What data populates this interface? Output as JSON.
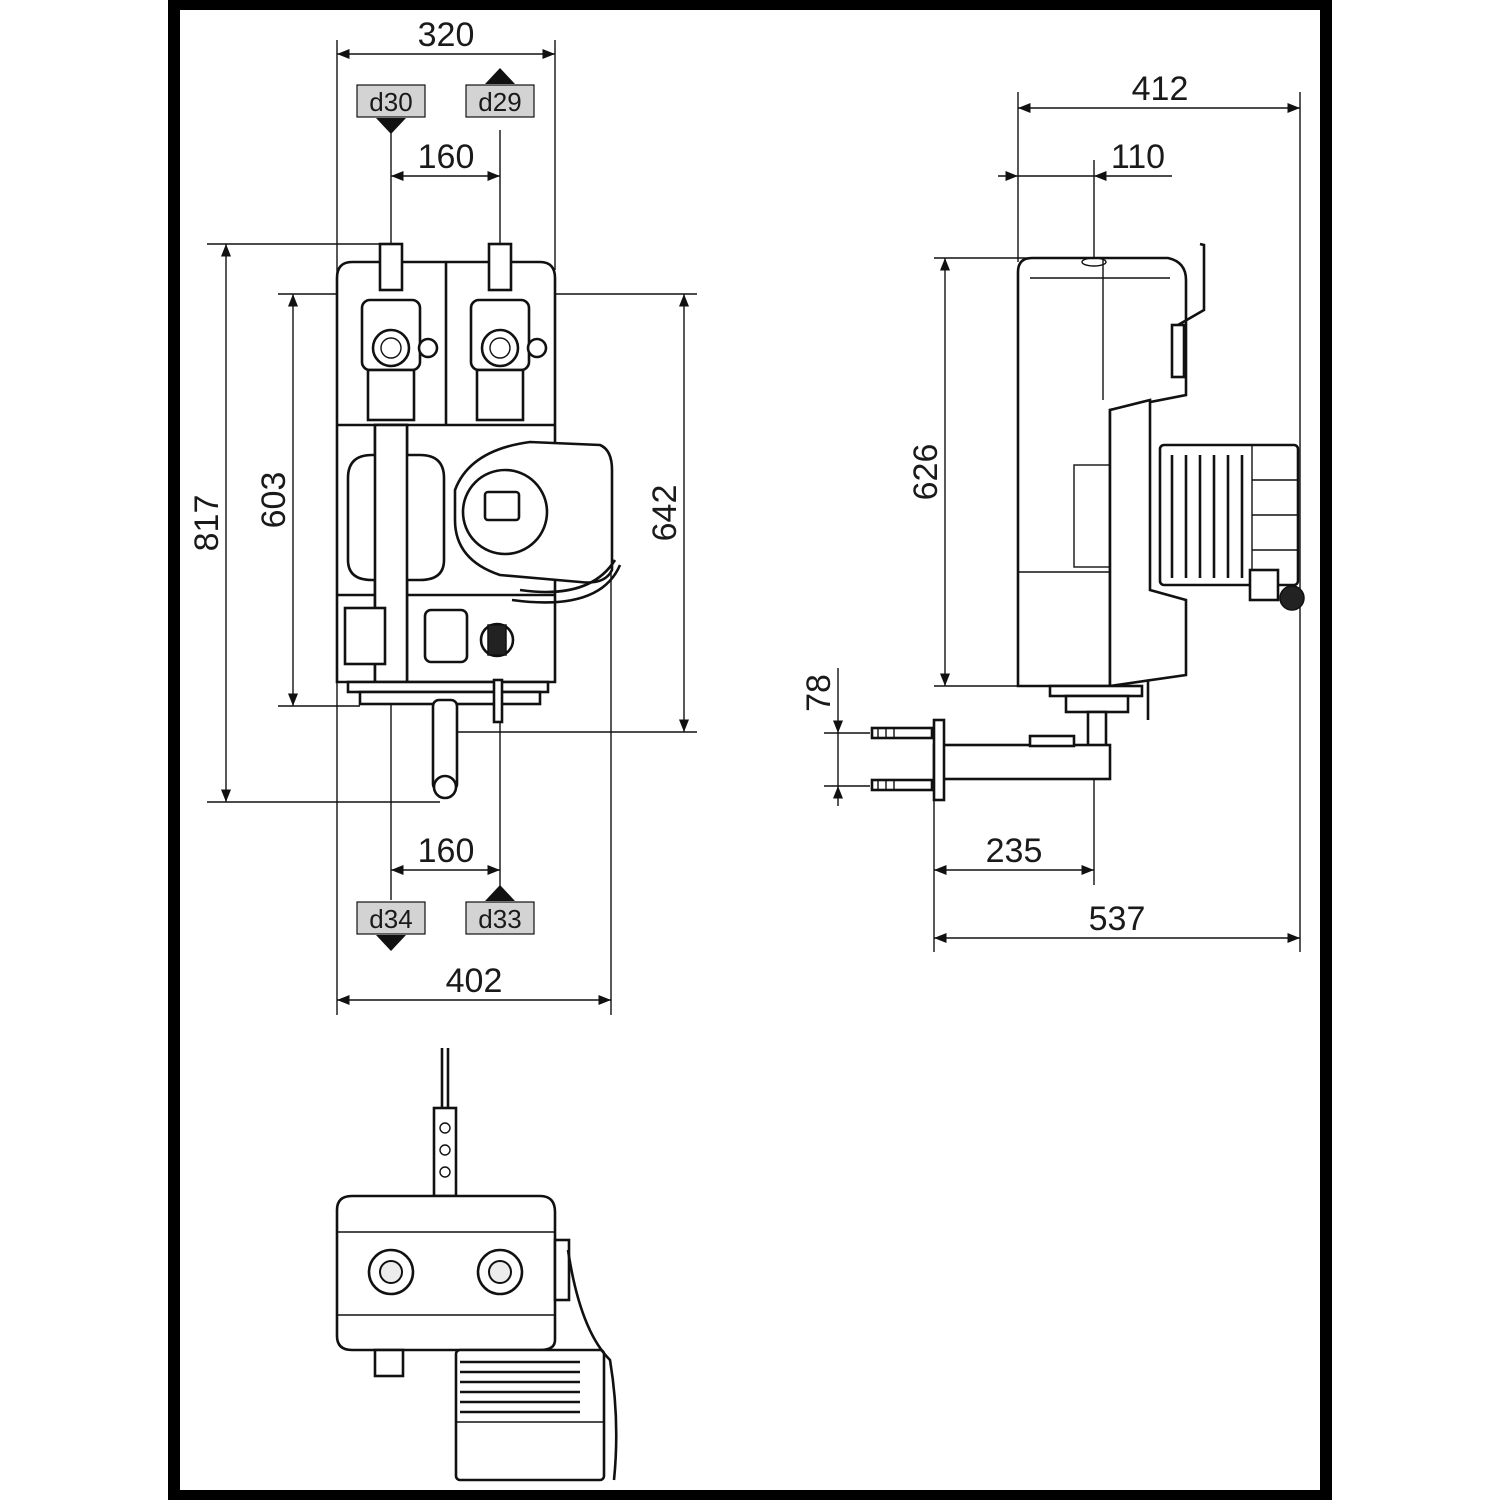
{
  "front_view": {
    "dims": {
      "width_top": "320",
      "spacing_top": "160",
      "height_total": "817",
      "height_inner": "603",
      "height_right": "642",
      "spacing_bottom": "160",
      "width_bottom": "402"
    },
    "connections": {
      "top_left": "d30",
      "top_right": "d29",
      "bottom_left": "d34",
      "bottom_right": "d33"
    }
  },
  "side_view": {
    "dims": {
      "depth_total": "412",
      "offset_top": "110",
      "height": "626",
      "bracket": "78",
      "bracket_depth": "235",
      "depth_overall": "537"
    }
  },
  "colors": {
    "line": "#111111",
    "tag_fill": "#d3d3d3",
    "frame": "#000000"
  }
}
